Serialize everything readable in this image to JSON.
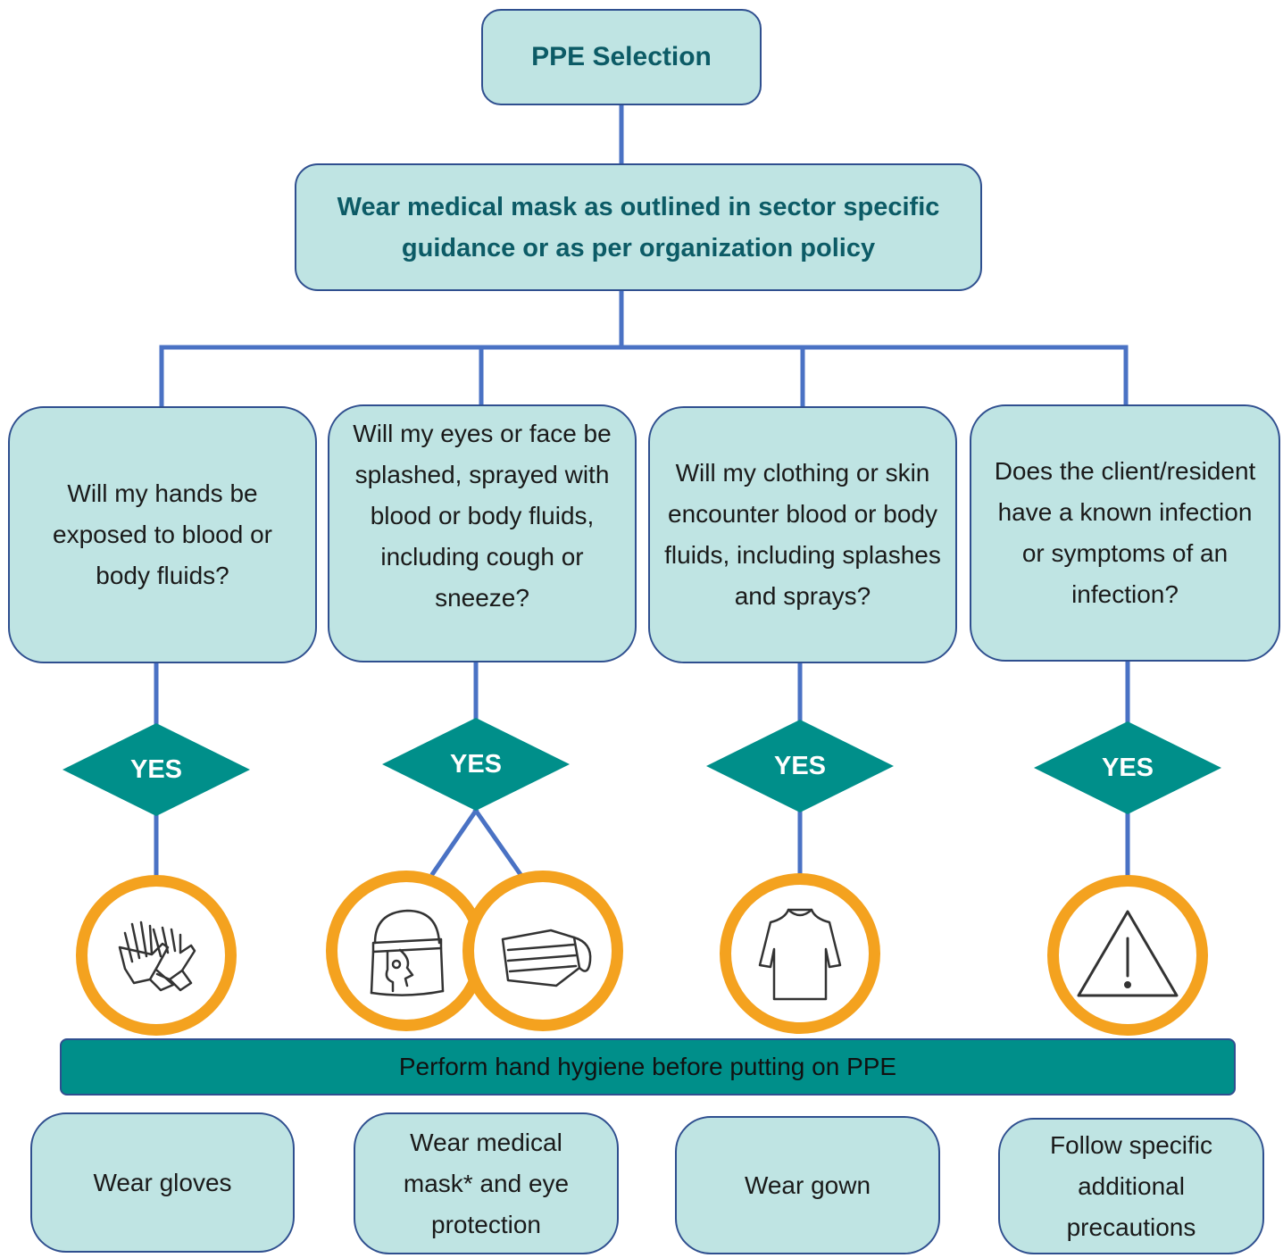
{
  "title": "PPE Selection",
  "top_instruction": "Wear medical mask as outlined in sector specific guidance or as per organization policy",
  "questions": [
    {
      "text": "Will my hands be exposed to blood or body fluids?"
    },
    {
      "text": "Will my eyes or face be splashed, sprayed with blood or body fluids, including cough or sneeze?"
    },
    {
      "text": "Will my clothing or skin encounter blood or body fluids, including splashes and sprays?"
    },
    {
      "text": "Does the client/resident have a known infection or symptoms of an infection?"
    }
  ],
  "decision_label": "YES",
  "icons": [
    "gloves-icon",
    "face-shield-icon",
    "medical-mask-icon",
    "gown-icon",
    "warning-icon"
  ],
  "banner": "Perform hand hygiene before putting on PPE",
  "results": [
    {
      "text": "Wear gloves"
    },
    {
      "text": "Wear medical mask* and eye protection"
    },
    {
      "text": "Wear gown"
    },
    {
      "text": "Follow specific additional precautions"
    }
  ],
  "colors": {
    "box_fill": "#bfe4e3",
    "box_border": "#2f4f8f",
    "connector": "#4a72c4",
    "diamond": "#008f8a",
    "ring": "#f4a21f",
    "heading_text": "#0c5b66"
  }
}
